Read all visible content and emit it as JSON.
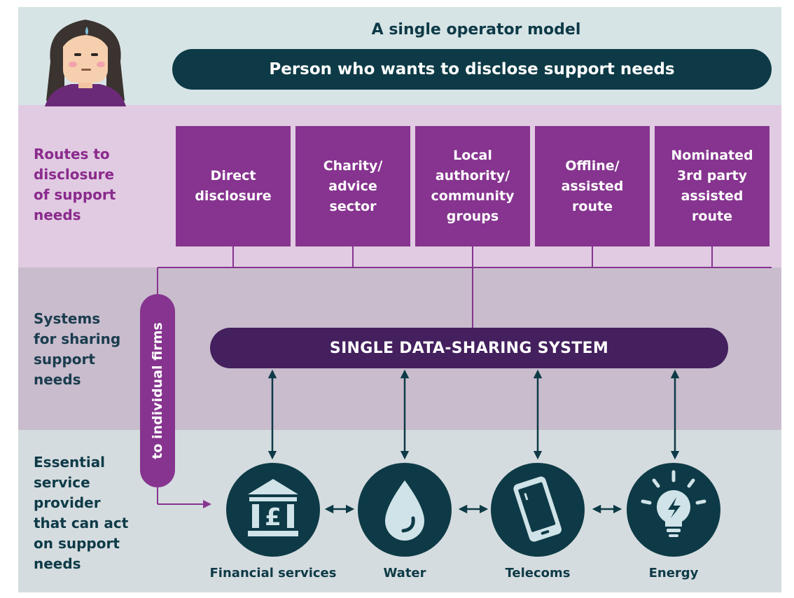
{
  "title": "A single operator model",
  "person_pill": "Person who wants to disclose support needs",
  "rows": {
    "routes": "Routes to\ndisclosure\nof support\nneeds",
    "systems": "Systems\nfor sharing\nsupport\nneeds",
    "providers": "Essential\nservice\nprovider\nthat can act\non support\nneeds"
  },
  "routes": [
    "Direct\ndisclosure",
    "Charity/\nadvice\nsector",
    "Local\nauthority/\ncommunity\ngroups",
    "Offline/\nassisted\nroute",
    "Nominated\n3rd party\nassisted\nroute"
  ],
  "system": "SINGLE DATA-SHARING SYSTEM",
  "firms_label": "to individual firms",
  "providers": [
    {
      "label": "Financial services",
      "icon": "bank-icon"
    },
    {
      "label": "Water",
      "icon": "water-drop-icon"
    },
    {
      "label": "Telecoms",
      "icon": "phone-icon"
    },
    {
      "label": "Energy",
      "icon": "lightbulb-icon"
    }
  ],
  "colors": {
    "navy": "#0d3a46",
    "purple": "#86348f",
    "dark_purple": "#44205e",
    "accent_text": "#8a2a8c"
  }
}
